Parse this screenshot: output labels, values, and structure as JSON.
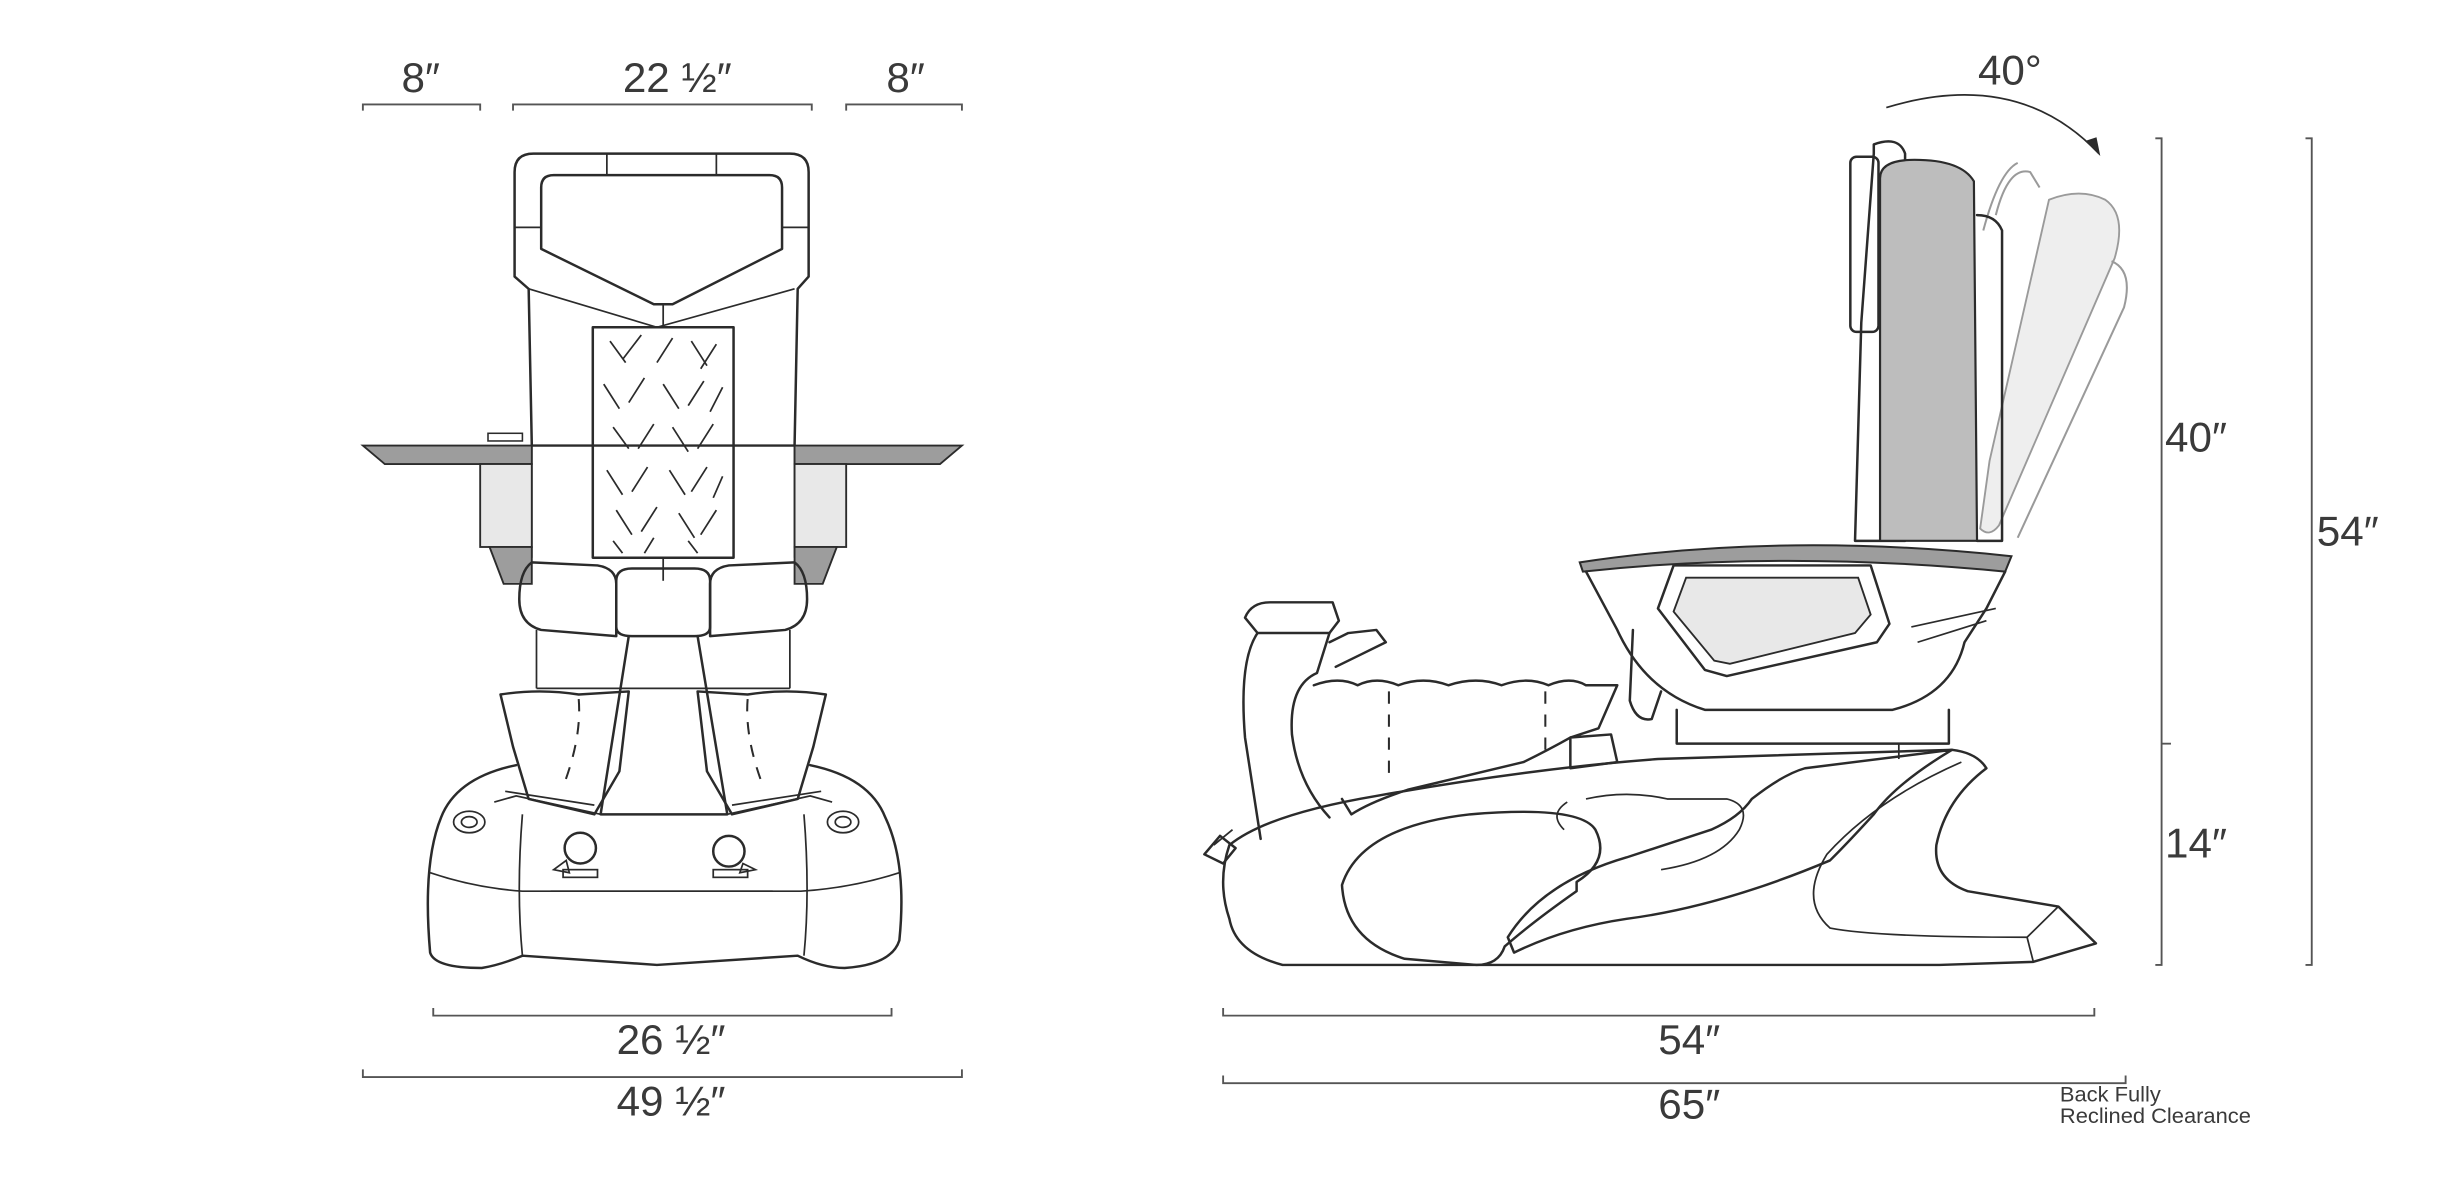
{
  "front_view": {
    "dims": {
      "left_tray": "8″",
      "seat_width": "22 ½″",
      "right_tray": "8″",
      "base_width": "26 ½″",
      "overall_width": "49 ½″"
    }
  },
  "side_view": {
    "dims": {
      "recline_angle": "40°",
      "back_height": "40″",
      "seat_height": "14″",
      "overall_height": "54″",
      "base_length": "54″",
      "overall_length": "65″"
    },
    "clearance_note": [
      "Back Fully",
      "Reclined Clearance"
    ]
  },
  "colors": {
    "outline": "#2b2b2b",
    "gray_fill": "#bdbdbd",
    "light_fill": "#e8e8e8",
    "tray_fill": "#9d9d9d"
  }
}
